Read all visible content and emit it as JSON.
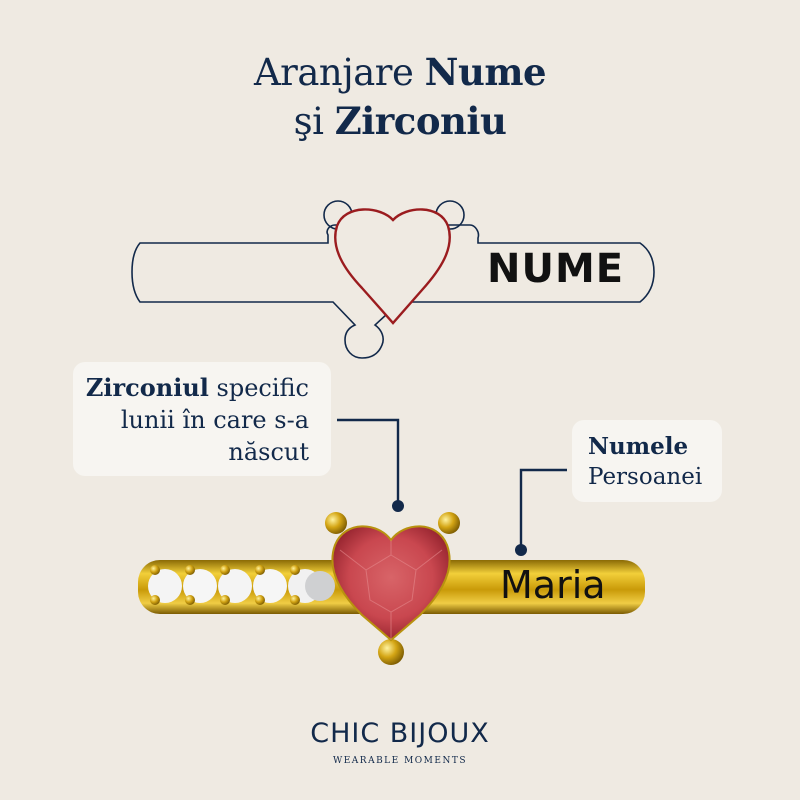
{
  "title": {
    "line1_regular": "Aranjare",
    "line1_bold": "Nume",
    "line2_regular": "şi",
    "line2_bold": "Zirconiu"
  },
  "diagram": {
    "name_placeholder": "NUME"
  },
  "callouts": {
    "zircon": {
      "bold": "Zirconiul",
      "text_line1": "specific",
      "text_line2": "lunii în care s-a",
      "text_line3": "născut"
    },
    "name": {
      "bold": "Numele",
      "text": "Persoanei"
    }
  },
  "ring": {
    "engraved_name": "Maria"
  },
  "brand": {
    "name": "CHIC BIJOUX",
    "tagline": "WEARABLE MOMENTS"
  },
  "colors": {
    "background": "#efeae2",
    "navy": "#12294a",
    "heart_outline": "#9b1c1f",
    "gold": "#d4a514",
    "ruby": "#c9474f"
  }
}
